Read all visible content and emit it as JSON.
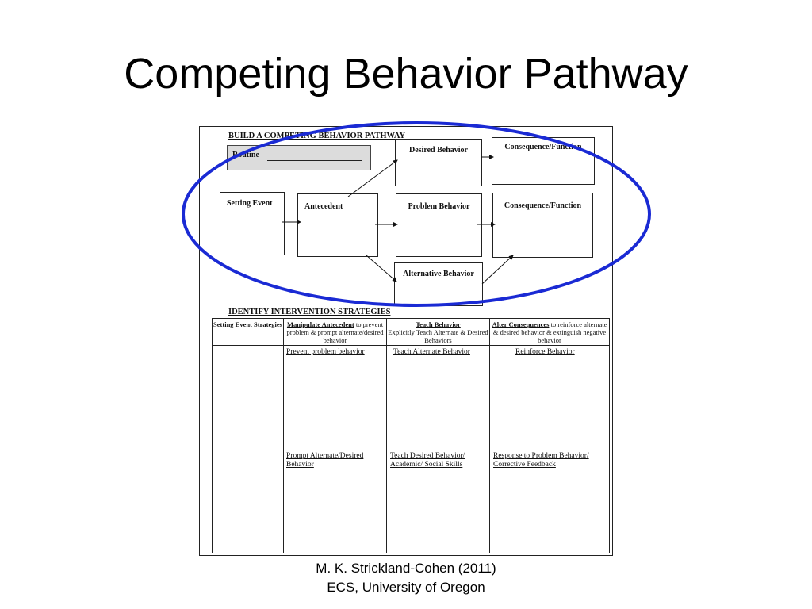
{
  "slide": {
    "title": "Competing Behavior Pathway",
    "credit_line1": "M. K. Strickland-Cohen (2011)",
    "credit_line2": "ECS, University of Oregon",
    "oval_color": "#1a2ad4"
  },
  "pathway": {
    "heading": "BUILD A COMPETING BEHAVIOR PATHWAY",
    "routine_label": "Routine",
    "setting_event": "Setting Event",
    "antecedent": "Antecedent",
    "problem_behavior": "Problem Behavior",
    "desired_behavior": "Desired Behavior",
    "alternative_behavior": "Alternative Behavior",
    "consequence_top": "Consequence/Function",
    "consequence_middle": "Consequence/Function"
  },
  "strategies": {
    "heading": "IDENTIFY INTERVENTION STRATEGIES",
    "columns": [
      {
        "title": "Setting Event Strategies",
        "subtitle": "",
        "items": []
      },
      {
        "title": "Manipulate Antecedent",
        "subtitle": "to prevent problem & prompt alternate/desired behavior",
        "items": [
          "Prevent problem behavior",
          "Prompt Alternate/Desired Behavior"
        ]
      },
      {
        "title": "Teach Behavior",
        "subtitle": "Explicitly Teach Alternate & Desired Behaviors",
        "items": [
          "Teach Alternate Behavior",
          "Teach Desired Behavior/ Academic/ Social Skills"
        ]
      },
      {
        "title": "Alter Consequences",
        "subtitle": "to reinforce alternate & desired behavior & extinguish negative behavior",
        "items": [
          "Reinforce Behavior",
          "Response to Problem Behavior/ Corrective Feedback"
        ]
      }
    ]
  }
}
